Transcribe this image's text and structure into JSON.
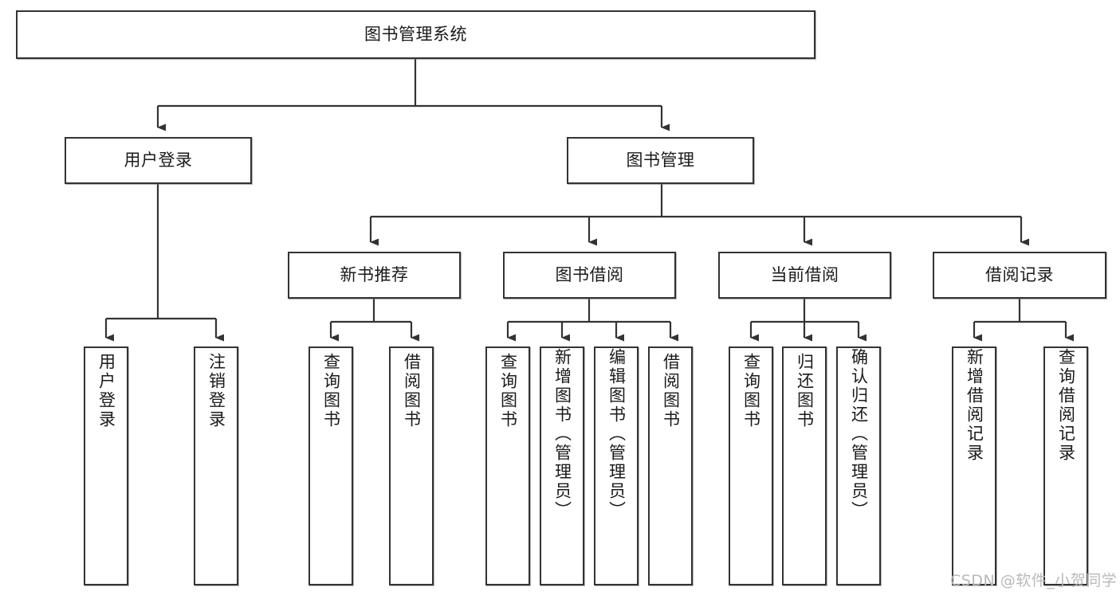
{
  "diagram": {
    "title": "图书管理系统",
    "type": "tree-hierarchy",
    "orientation": "top-down",
    "colors": {
      "box_border": "#333333",
      "box_fill": "#ffffff",
      "edge": "#333333",
      "text": "#1a1a1a",
      "watermark": "#b9b9b9",
      "background": "#ffffff"
    }
  },
  "nodes": {
    "root": {
      "label": "图书管理系统"
    },
    "level2": [
      {
        "id": "user-login",
        "label": "用户登录"
      },
      {
        "id": "book-manage",
        "label": "图书管理"
      }
    ],
    "level3": [
      {
        "id": "new-book-recommend",
        "label": "新书推荐"
      },
      {
        "id": "book-borrow",
        "label": "图书借阅"
      },
      {
        "id": "current-borrow",
        "label": "当前借阅"
      },
      {
        "id": "borrow-record",
        "label": "借阅记录"
      }
    ],
    "leaves": {
      "user-login": [
        {
          "id": "leaf-user-login",
          "label": "用户登录"
        },
        {
          "id": "leaf-user-logout",
          "label": "注销登录"
        }
      ],
      "new-book-recommend": [
        {
          "id": "leaf-query-book-1",
          "label": "查询图书"
        },
        {
          "id": "leaf-borrow-book-1",
          "label": "借阅图书"
        }
      ],
      "book-borrow": [
        {
          "id": "leaf-query-book-2",
          "label": "查询图书"
        },
        {
          "id": "leaf-add-book",
          "label": "新增图书（管理员）"
        },
        {
          "id": "leaf-edit-book",
          "label": "编辑图书（管理员）"
        },
        {
          "id": "leaf-borrow-book-2",
          "label": "借阅图书"
        }
      ],
      "current-borrow": [
        {
          "id": "leaf-query-book-3",
          "label": "查询图书"
        },
        {
          "id": "leaf-return-book",
          "label": "归还图书"
        },
        {
          "id": "leaf-confirm-return",
          "label": "确认归还（管理员）"
        }
      ],
      "borrow-record": [
        {
          "id": "leaf-add-record",
          "label": "新增借阅记录"
        },
        {
          "id": "leaf-query-record",
          "label": "查询借阅记录"
        }
      ]
    }
  },
  "watermark": {
    "text": "CSDN @软件_小贺同学"
  }
}
